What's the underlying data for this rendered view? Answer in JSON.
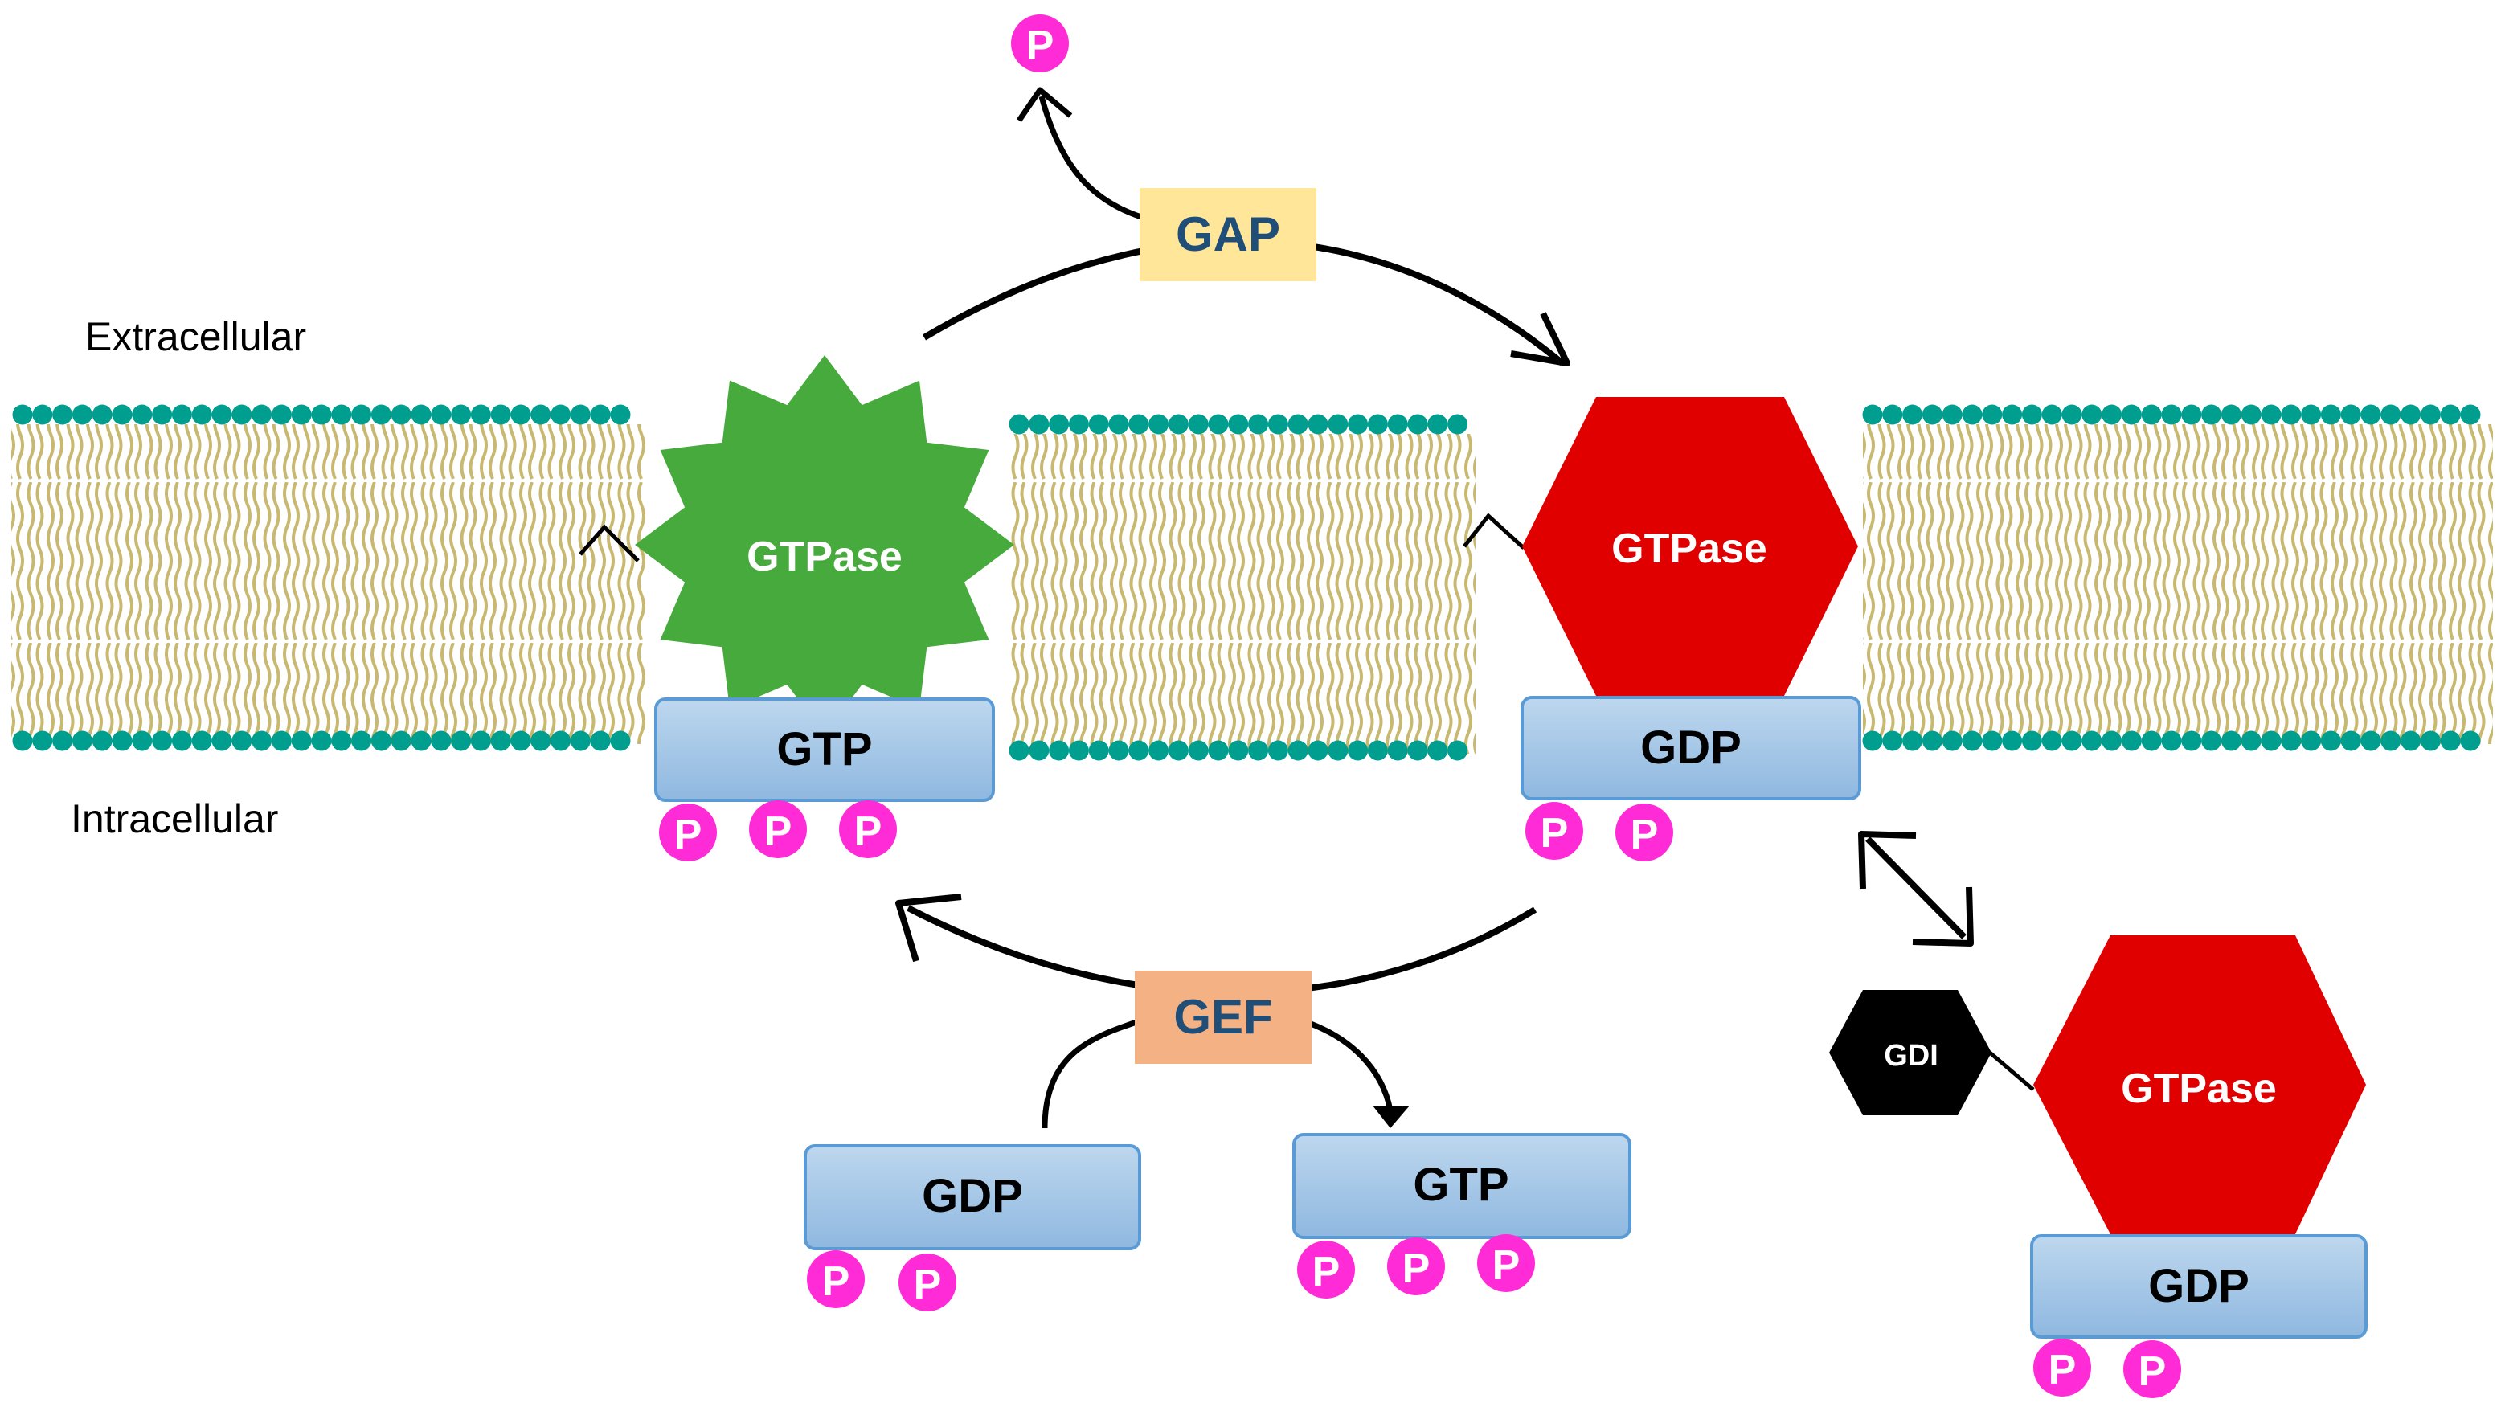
{
  "labels": {
    "extracellular": "Extracellular",
    "intracellular": "Intracellular",
    "gap": "GAP",
    "gef": "GEF",
    "gdi": "GDI"
  },
  "proteins": {
    "gtpase_active": {
      "label": "GTPase",
      "bound": "GTP",
      "phosphates": 3,
      "color": "#46AA3C"
    },
    "gtpase_inactive": {
      "label": "GTPase",
      "bound": "GDP",
      "phosphates": 2,
      "color": "#E00000"
    },
    "gtpase_gdi": {
      "label": "GTPase",
      "bound": "GDP",
      "phosphates": 2,
      "color": "#E00000"
    }
  },
  "free_nucleotides": {
    "gdp": {
      "label": "GDP",
      "phosphates": 2
    },
    "gtp": {
      "label": "GTP",
      "phosphates": 3
    }
  },
  "released_phosphate": {
    "label": "P"
  },
  "phosphate_label": "P",
  "colors": {
    "lipid_head": "#009E8E",
    "lipid_tail": "#C8B870",
    "phosphate": "#FF2BD6",
    "nucleotide_box": "#A9CCEA",
    "nucleotide_border": "#5B9BD5",
    "gap_box": "#FFE699",
    "gef_box": "#F4B183",
    "label_blue": "#1F4E79",
    "gdi": "#000000"
  }
}
